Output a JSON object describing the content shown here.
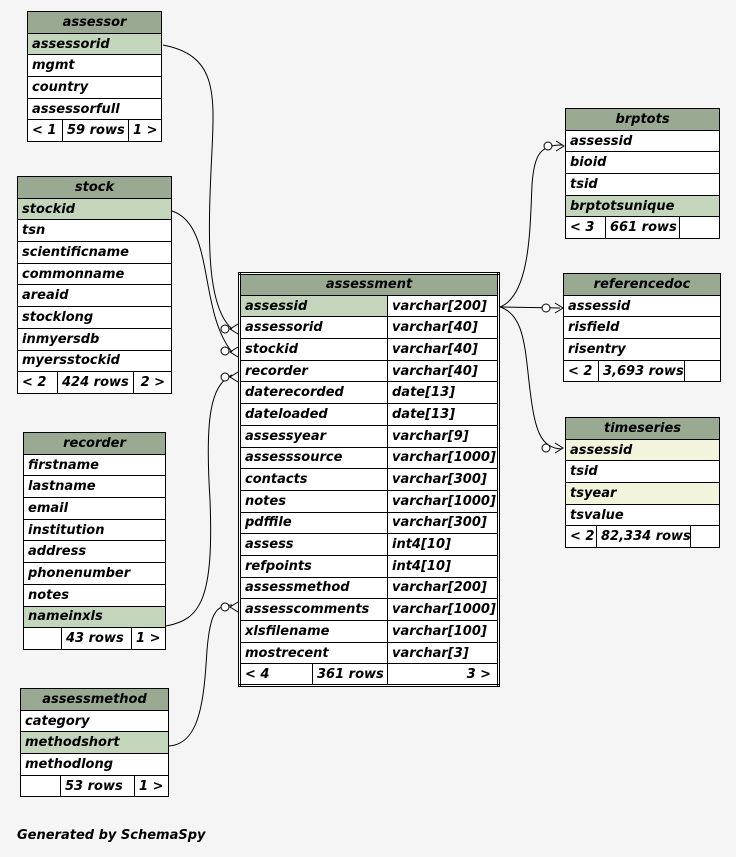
{
  "tables": {
    "assessor": {
      "name": "assessor",
      "columns": [
        "assessorid",
        "mgmt",
        "country",
        "assessorfull"
      ],
      "footer": {
        "left": "< 1",
        "rows": "59 rows",
        "right": "1 >"
      }
    },
    "stock": {
      "name": "stock",
      "columns": [
        "stockid",
        "tsn",
        "scientificname",
        "commonname",
        "areaid",
        "stocklong",
        "inmyersdb",
        "myersstockid"
      ],
      "footer": {
        "left": "< 2",
        "rows": "424 rows",
        "right": "2 >"
      }
    },
    "recorder": {
      "name": "recorder",
      "columns": [
        "firstname",
        "lastname",
        "email",
        "institution",
        "address",
        "phonenumber",
        "notes",
        "nameinxls"
      ],
      "footer": {
        "left": "",
        "rows": "43 rows",
        "right": "1 >"
      }
    },
    "assessmethod": {
      "name": "assessmethod",
      "columns": [
        "category",
        "methodshort",
        "methodlong"
      ],
      "footer": {
        "left": "",
        "rows": "53 rows",
        "right": "1 >"
      }
    },
    "assessment": {
      "name": "assessment",
      "columns": [
        {
          "name": "assessid",
          "type": "varchar[200]"
        },
        {
          "name": "assessorid",
          "type": "varchar[40]"
        },
        {
          "name": "stockid",
          "type": "varchar[40]"
        },
        {
          "name": "recorder",
          "type": "varchar[40]"
        },
        {
          "name": "daterecorded",
          "type": "date[13]"
        },
        {
          "name": "dateloaded",
          "type": "date[13]"
        },
        {
          "name": "assessyear",
          "type": "varchar[9]"
        },
        {
          "name": "assesssource",
          "type": "varchar[1000]"
        },
        {
          "name": "contacts",
          "type": "varchar[300]"
        },
        {
          "name": "notes",
          "type": "varchar[1000]"
        },
        {
          "name": "pdffile",
          "type": "varchar[300]"
        },
        {
          "name": "assess",
          "type": "int4[10]"
        },
        {
          "name": "refpoints",
          "type": "int4[10]"
        },
        {
          "name": "assessmethod",
          "type": "varchar[200]"
        },
        {
          "name": "assesscomments",
          "type": "varchar[1000]"
        },
        {
          "name": "xlsfilename",
          "type": "varchar[100]"
        },
        {
          "name": "mostrecent",
          "type": "varchar[3]"
        }
      ],
      "footer": {
        "left": "< 4",
        "rows": "361 rows",
        "right": "3 >"
      }
    },
    "brptots": {
      "name": "brptots",
      "columns": [
        "assessid",
        "bioid",
        "tsid",
        "brptotsunique"
      ],
      "footer": {
        "left": "< 3",
        "rows": "661 rows",
        "right": ""
      }
    },
    "referencedoc": {
      "name": "referencedoc",
      "columns": [
        "assessid",
        "risfield",
        "risentry"
      ],
      "footer": {
        "left": "< 2",
        "rows": "3,693 rows",
        "right": ""
      }
    },
    "timeseries": {
      "name": "timeseries",
      "columns": [
        "assessid",
        "tsid",
        "tsyear",
        "tsvalue"
      ],
      "footer": {
        "left": "< 2",
        "rows": "82,334 rows",
        "right": ""
      }
    }
  },
  "footer_text": "Generated by SchemaSpy",
  "colors": {
    "header": "#9aaa92",
    "key_column": "#c3d6bc",
    "index_column": "#f2f5dc",
    "background": "#f5f5f5"
  }
}
